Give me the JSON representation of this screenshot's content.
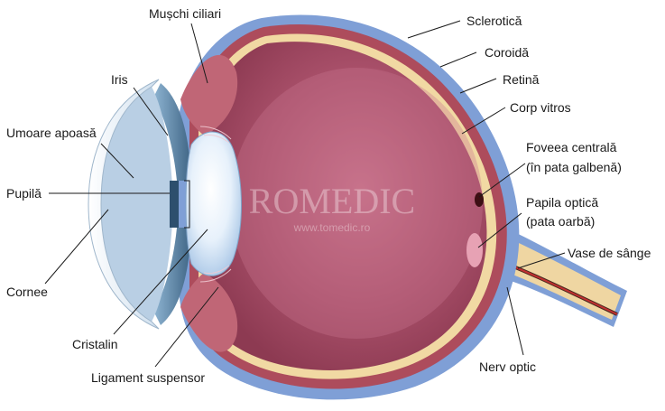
{
  "watermark": {
    "brand": "ROMEDIC",
    "url": "www.tomedic.ro"
  },
  "labels": {
    "muschi_ciliari": "Mușchi ciliari",
    "iris": "Iris",
    "umoare_apoasa": "Umoare apoasă",
    "pupila": "Pupilă",
    "cornee": "Cornee",
    "cristalin": "Cristalin",
    "ligament_suspensor": "Ligament suspensor",
    "sclerotica": "Sclerotică",
    "coroida": "Coroidă",
    "retina": "Retină",
    "corp_vitros": "Corp vitros",
    "foveea_line1": "Foveea centrală",
    "foveea_line2": "(în pata galbenă)",
    "papila_line1": "Papila optică",
    "papila_line2": "(pata oarbă)",
    "vase_de_sange": "Vase de sânge",
    "nerv_optic": "Nerv optic"
  },
  "colors": {
    "sclera": "#7f9fd6",
    "sclera_edge": "#6b89c2",
    "choroid": "#ac4b5a",
    "retina": "#f1d9a3",
    "vitreous": "#a04860",
    "vitreous_light": "#c26a7f",
    "lens": "#e9f2fb",
    "iris": "#5d7f9f",
    "cornea": "#eef3f8",
    "optic_nerve": "#efd6a2",
    "vessel_red": "#b12e2e",
    "vessel_dark": "#4a2a20"
  }
}
